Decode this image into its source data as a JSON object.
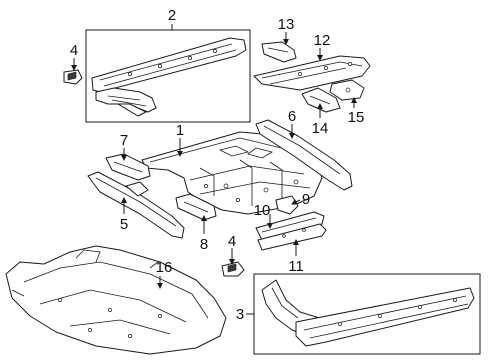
{
  "callouts": {
    "c1": "1",
    "c2": "2",
    "c3": "3",
    "c4a": "4",
    "c4b": "4",
    "c5": "5",
    "c6": "6",
    "c7": "7",
    "c8": "8",
    "c9": "9",
    "c10": "10",
    "c11": "11",
    "c12": "12",
    "c13": "13",
    "c14": "14",
    "c15": "15",
    "c16": "16"
  }
}
